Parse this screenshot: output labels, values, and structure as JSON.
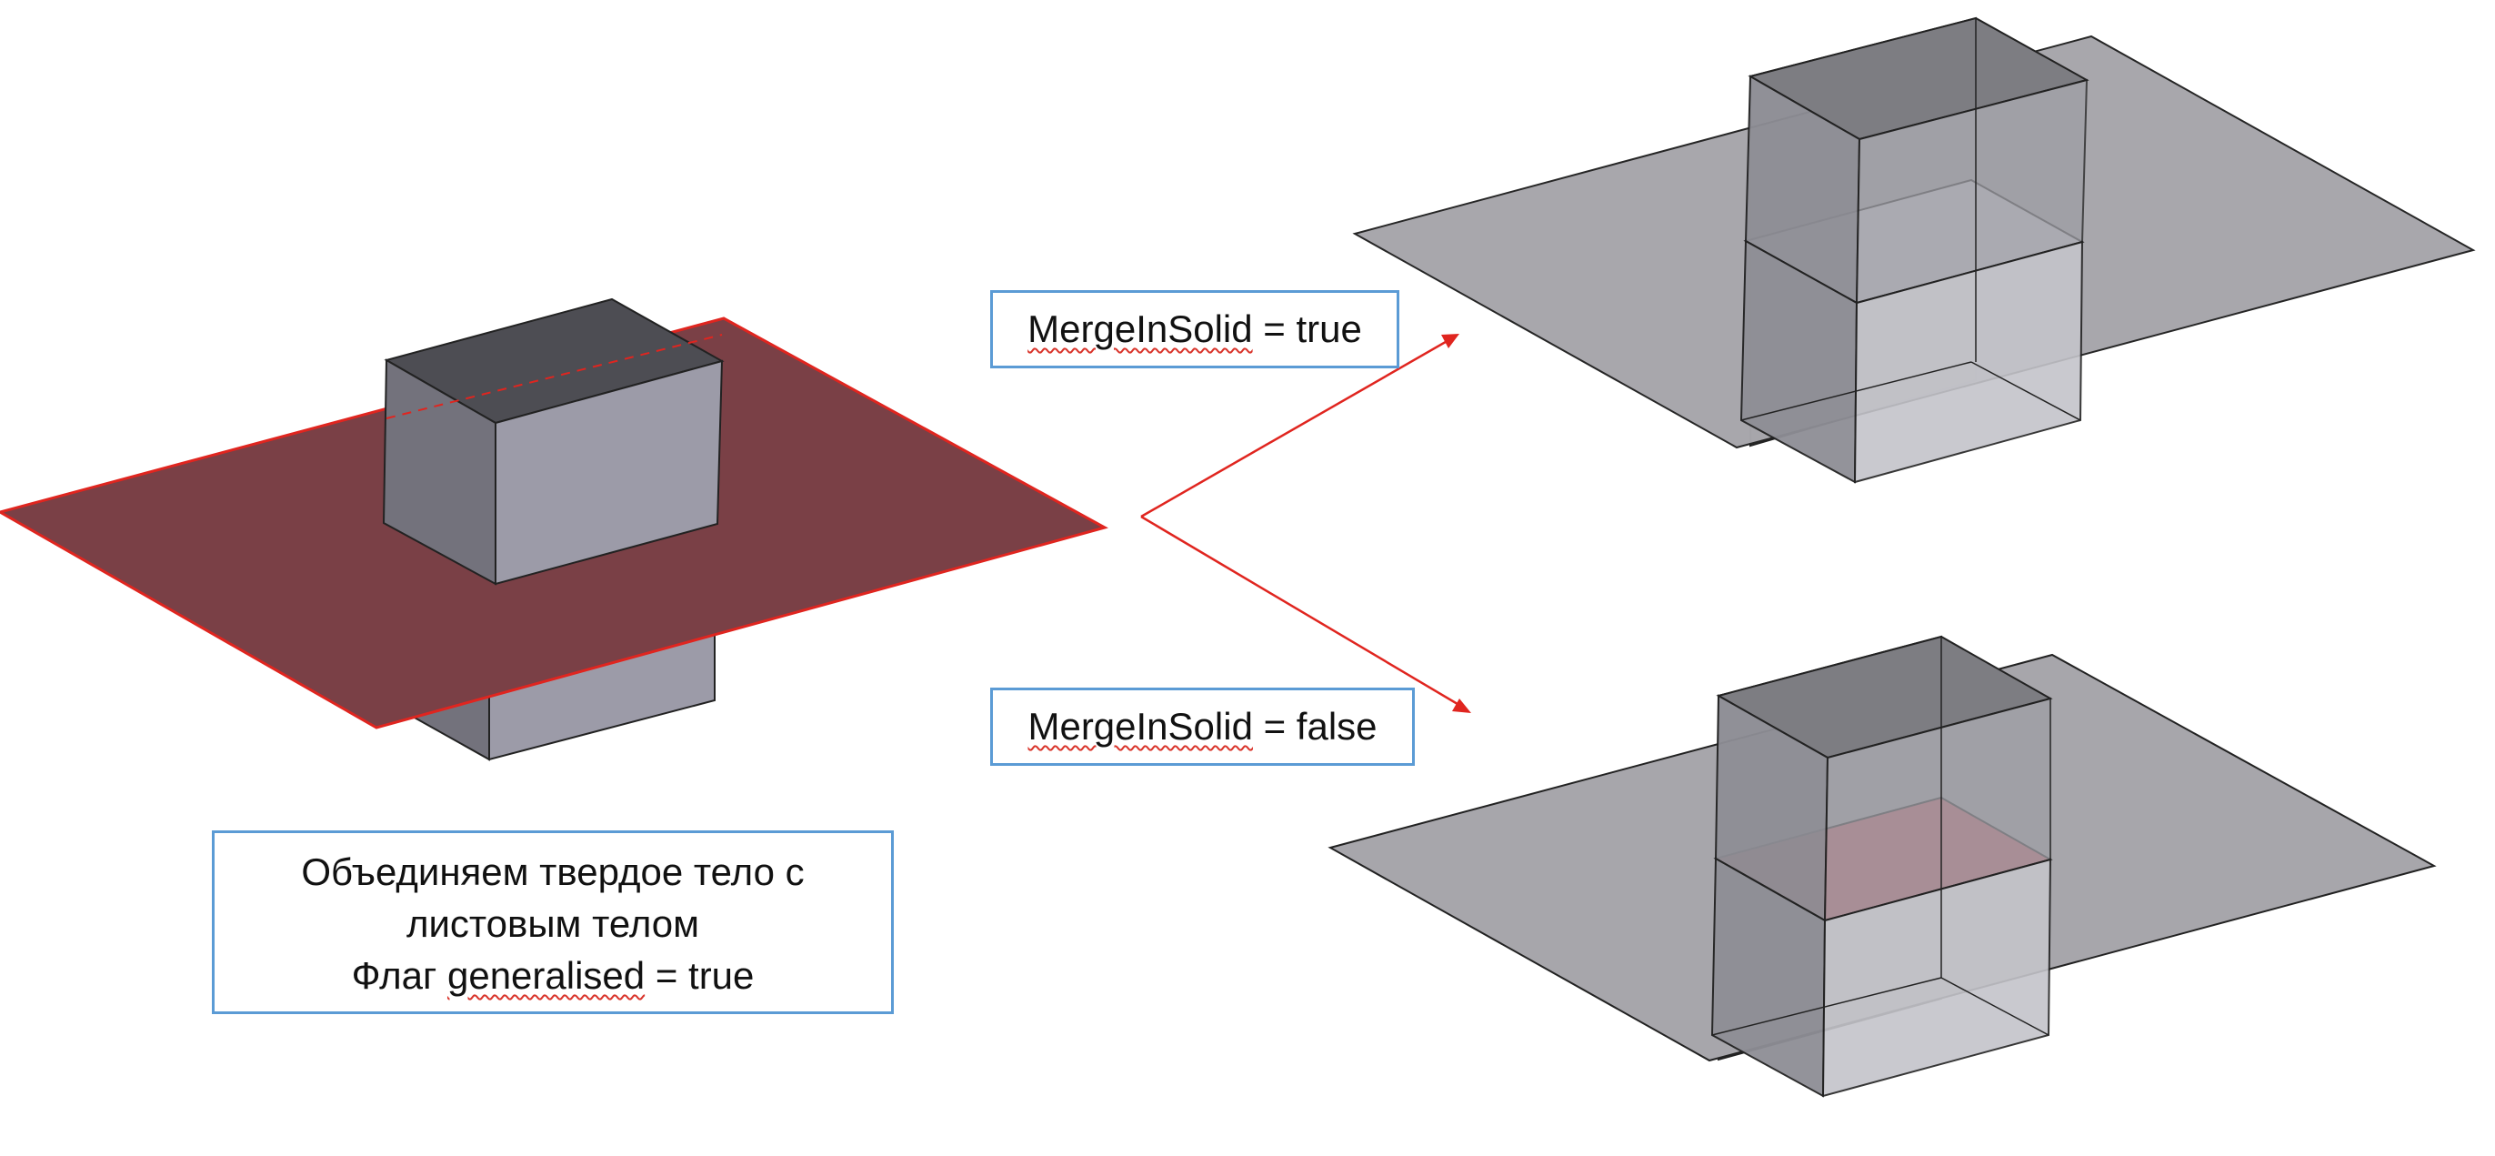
{
  "labels": {
    "merge_true": {
      "keyword": "MergeInSolid",
      "suffix": " = true"
    },
    "merge_false": {
      "keyword": "MergeInSolid",
      "suffix": " = false"
    },
    "description": {
      "line1": "Объединяем твердое тело с",
      "line2": "листовым телом",
      "line3_prefix": "Флаг ",
      "line3_keyword": "generalised",
      "line3_suffix": " = true"
    }
  },
  "colors": {
    "sheet_red": "#7a4046",
    "sheet_grey": "#a7a6ab",
    "box_face_front": "#9c9ba8",
    "box_face_side": "#73727c",
    "box_face_top": "#4d4d53",
    "arrow_red": "#e0251f",
    "section_red": "#c8606a",
    "callout_border": "#5b9bd5"
  }
}
